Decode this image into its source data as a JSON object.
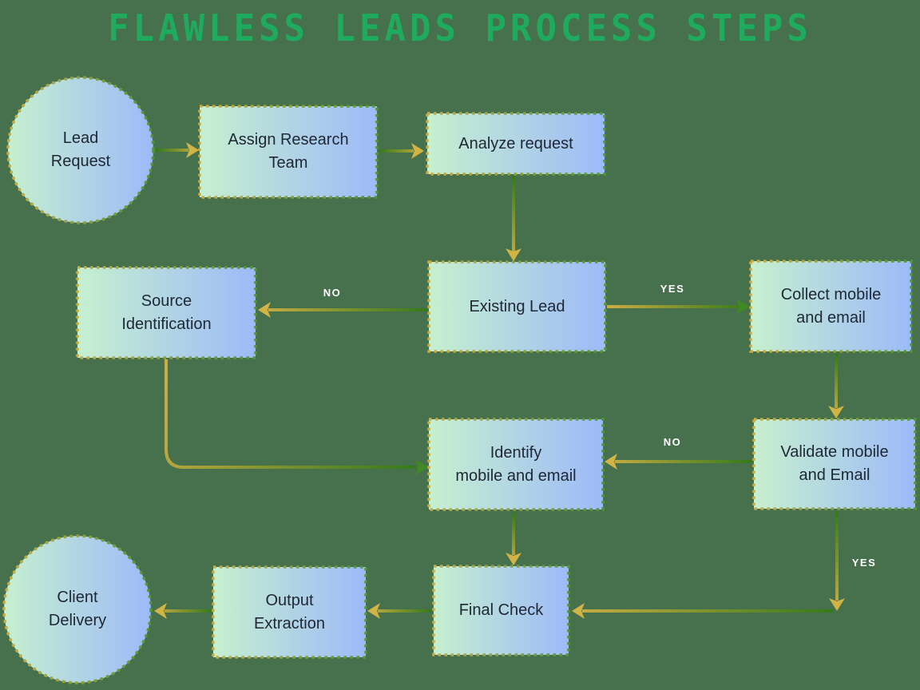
{
  "title": "FLAWLESS LEADS PROCESS STEPS",
  "nodes": {
    "lead_request": {
      "label": "Lead\nRequest",
      "shape": "circle"
    },
    "assign_research_team": {
      "label": "Assign Research\nTeam",
      "shape": "rect"
    },
    "analyze_request": {
      "label": "Analyze request",
      "shape": "rect"
    },
    "existing_lead": {
      "label": "Existing Lead",
      "shape": "rect"
    },
    "collect_mobile_email": {
      "label": "Collect mobile\nand email",
      "shape": "rect"
    },
    "source_identification": {
      "label": "Source\nIdentification",
      "shape": "rect"
    },
    "validate_mobile_email": {
      "label": "Validate mobile\nand Email",
      "shape": "rect"
    },
    "identify_mobile_email": {
      "label": "Identify\nmobile and email",
      "shape": "rect"
    },
    "final_check": {
      "label": "Final Check",
      "shape": "rect"
    },
    "output_extraction": {
      "label": "Output\nExtraction",
      "shape": "rect"
    },
    "client_delivery": {
      "label": "Client\nDelivery",
      "shape": "circle"
    }
  },
  "edge_labels": {
    "existing_no": {
      "text": "NO"
    },
    "existing_yes": {
      "text": "YES"
    },
    "validate_no": {
      "text": "NO"
    },
    "validate_yes": {
      "text": "YES"
    }
  },
  "colors": {
    "background": "#47704D",
    "title": "#1FAB5D",
    "node_fill_left": "#C6F0CF",
    "node_fill_right": "#9DBAF9",
    "border_gold": "#CBAC42",
    "border_green": "#4F9930",
    "arrow_green": "#357A1B",
    "arrow_gold": "#CBAD43",
    "arrowhead_gold": "#D2B445",
    "arrowhead_green": "#3F8B22",
    "edge_label_text": "#FFFFFF",
    "node_text": "#202836"
  }
}
